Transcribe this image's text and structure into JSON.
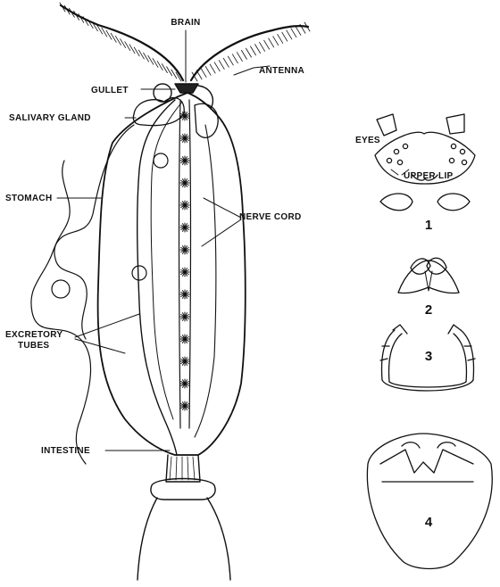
{
  "labels": {
    "brain": "BRAIN",
    "antenna": "ANTENNA",
    "gullet": "GULLET",
    "salivary_gland": "SALIVARY GLAND",
    "stomach": "STOMACH",
    "nerve_cord": "NERVE CORD",
    "excretory_tubes_line1": "EXCRETORY",
    "excretory_tubes_line2": "TUBES",
    "intestine": "INTESTINE",
    "eyes": "EYES",
    "upper_lip": "UPPER LIP"
  },
  "panel_numbers": [
    "1",
    "2",
    "3",
    "4"
  ],
  "colors": {
    "ink": "#111111",
    "background": "#ffffff"
  }
}
